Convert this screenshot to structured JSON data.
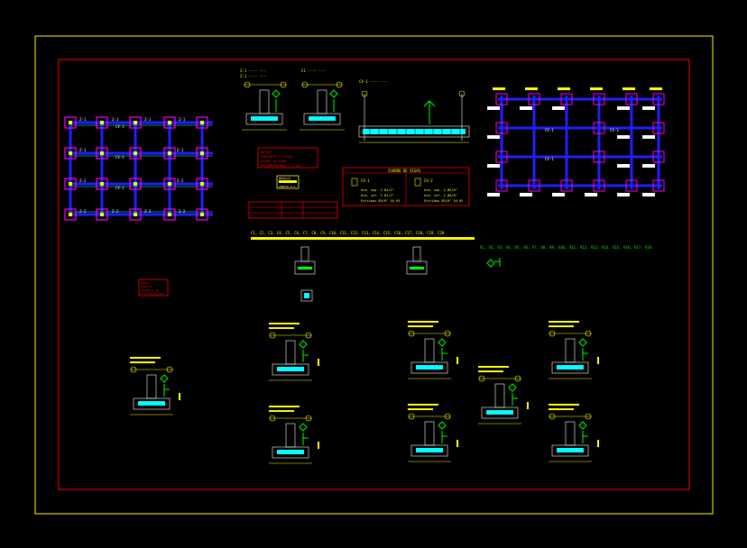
{
  "drawing": {
    "colors": {
      "background": "#000000",
      "outer_frame": "#ffff00",
      "inner_frame": "#ff0000",
      "column": "#ff00ff",
      "beam": "#2020ff",
      "rebar": "#00ffff",
      "dimension": "#ffff00",
      "annotation": "#00ff00",
      "text": "#ffffff"
    },
    "plan_left": {
      "footing_tags": [
        "Z-1",
        "Z-1",
        "Z-1",
        "Z-1",
        "Z-1",
        "Z-1",
        "Z-2",
        "Z-2",
        "Z-2",
        "Z-2",
        "Z-2",
        "Z-2"
      ],
      "beam_tags": [
        "CV-1",
        "CV-1",
        "CV-1"
      ]
    },
    "plan_right": {
      "beam_tags": [
        "CV-1",
        "CV-1",
        "CV-1"
      ]
    },
    "column_list_label": "C1, C2, C3, C4, C5, C6, C7, C8, C9, C10, C11, C12, C13, C14, C15, C16, C17, C18, C19, C20",
    "beam_list_label": "V1, V2, V3, V4, V5, V6, V7, V8, V9, V10, V11, V12, V13, V14, V15, V16, V17, V18",
    "legend_table": {
      "title": "CUADRO DE VIGAS",
      "items": [
        {
          "code": "CV-1",
          "line1": "Arm. sup. 2 Ø1/2\"",
          "line2": "Arm. inf. 2 Ø1/2\"",
          "line3": "Estribos Ø3/8\" 1@.05"
        },
        {
          "code": "CV-2",
          "line1": "Arm. sup. 2 Ø5/8\"",
          "line2": "Arm. inf. 2 Ø5/8\"",
          "line3": "Estribos Ø3/8\" 1@.05"
        }
      ]
    },
    "notes_box": {
      "lines": [
        "NOTAS:",
        "CONCRETO f'c=210",
        "ACERO fy=4200",
        "RECUBRIMIENTO 7.5 cm"
      ]
    },
    "notes_box_left": {
      "lines": [
        "NOTAS:",
        "ZAPATAS",
        "SOLADO 1:12",
        "f'c=210 kg/cm2"
      ]
    },
    "detail_callout": {
      "lines": [
        "DETALLE",
        "ZAPATA Z-1"
      ]
    }
  }
}
